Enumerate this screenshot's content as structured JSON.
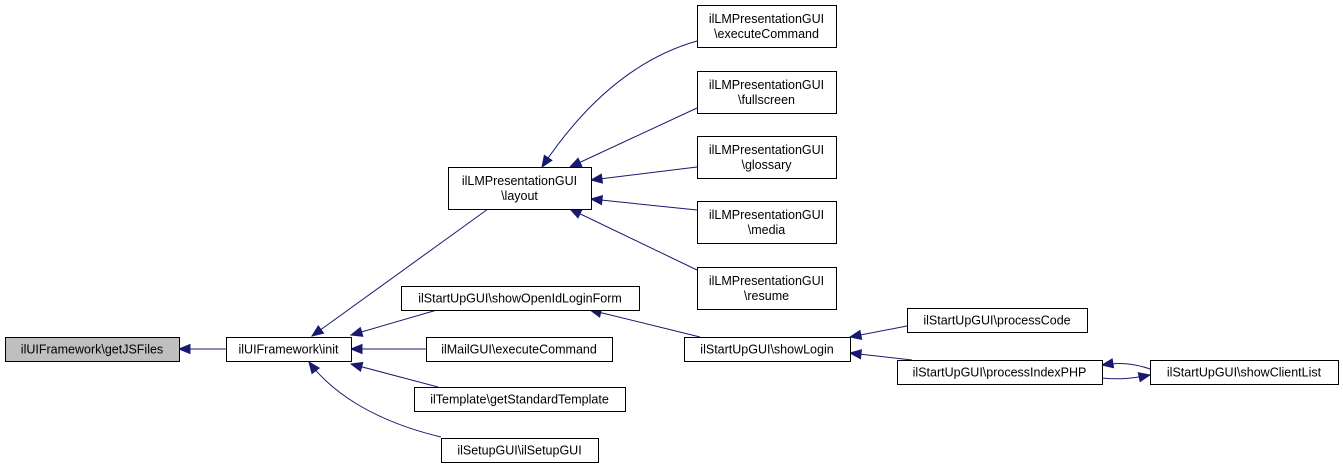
{
  "nodes": [
    {
      "id": "getJSFiles",
      "lines": [
        "ilUIFramework\\getJSFiles"
      ],
      "root": true
    },
    {
      "id": "init",
      "lines": [
        "ilUIFramework\\init"
      ]
    },
    {
      "id": "layout",
      "lines": [
        "ilLMPresentationGUI",
        "\\layout"
      ]
    },
    {
      "id": "executeCommandLM",
      "lines": [
        "ilLMPresentationGUI",
        "\\executeCommand"
      ]
    },
    {
      "id": "fullscreen",
      "lines": [
        "ilLMPresentationGUI",
        "\\fullscreen"
      ]
    },
    {
      "id": "glossary",
      "lines": [
        "ilLMPresentationGUI",
        "\\glossary"
      ]
    },
    {
      "id": "media",
      "lines": [
        "ilLMPresentationGUI",
        "\\media"
      ]
    },
    {
      "id": "resume",
      "lines": [
        "ilLMPresentationGUI",
        "\\resume"
      ]
    },
    {
      "id": "showOpenIdLoginForm",
      "lines": [
        "ilStartUpGUI\\showOpenIdLoginForm"
      ]
    },
    {
      "id": "mailExecuteCommand",
      "lines": [
        "ilMailGUI\\executeCommand"
      ]
    },
    {
      "id": "getStandardTemplate",
      "lines": [
        "ilTemplate\\getStandardTemplate"
      ]
    },
    {
      "id": "setupGUI",
      "lines": [
        "ilSetupGUI\\ilSetupGUI"
      ]
    },
    {
      "id": "showLogin",
      "lines": [
        "ilStartUpGUI\\showLogin"
      ]
    },
    {
      "id": "processCode",
      "lines": [
        "ilStartUpGUI\\processCode"
      ]
    },
    {
      "id": "processIndexPHP",
      "lines": [
        "ilStartUpGUI\\processIndexPHP"
      ]
    },
    {
      "id": "showClientList",
      "lines": [
        "ilStartUpGUI\\showClientList"
      ]
    }
  ],
  "edges": [
    {
      "from": "init",
      "to": "getJSFiles"
    },
    {
      "from": "layout",
      "to": "init"
    },
    {
      "from": "showOpenIdLoginForm",
      "to": "init"
    },
    {
      "from": "mailExecuteCommand",
      "to": "init"
    },
    {
      "from": "getStandardTemplate",
      "to": "init"
    },
    {
      "from": "setupGUI",
      "to": "init"
    },
    {
      "from": "executeCommandLM",
      "to": "layout"
    },
    {
      "from": "fullscreen",
      "to": "layout"
    },
    {
      "from": "glossary",
      "to": "layout"
    },
    {
      "from": "media",
      "to": "layout"
    },
    {
      "from": "resume",
      "to": "layout"
    },
    {
      "from": "showLogin",
      "to": "showOpenIdLoginForm"
    },
    {
      "from": "processCode",
      "to": "showLogin"
    },
    {
      "from": "processIndexPHP",
      "to": "showLogin"
    },
    {
      "from": "showClientList",
      "to": "processIndexPHP"
    },
    {
      "from": "processIndexPHP",
      "to": "showClientList"
    }
  ]
}
